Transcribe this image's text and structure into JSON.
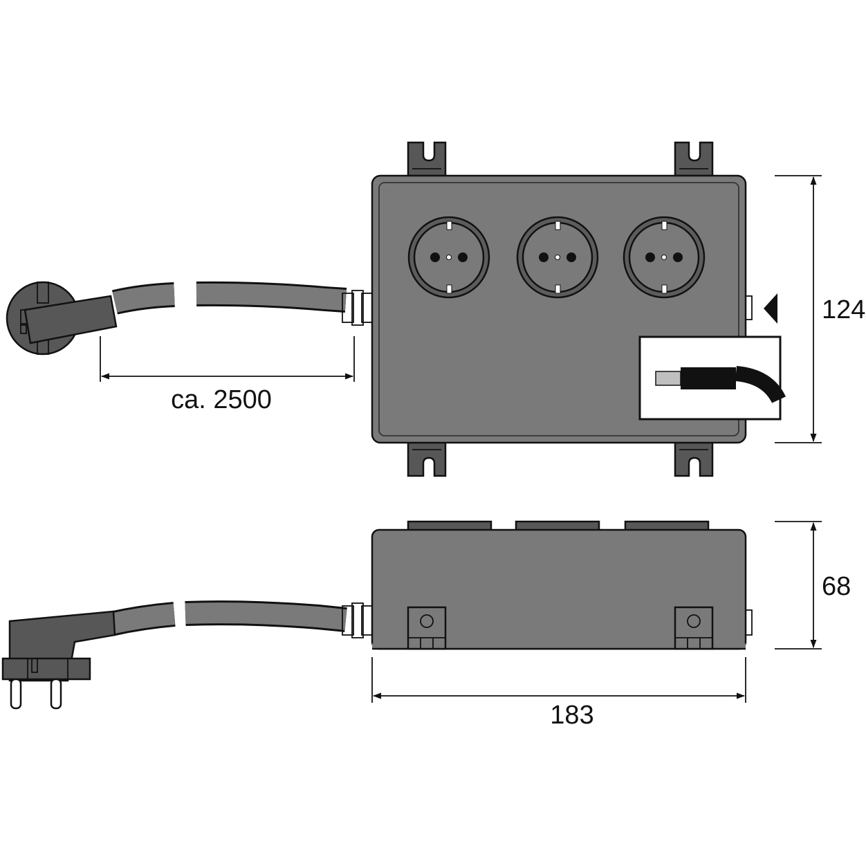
{
  "dimensions": {
    "cable_length": "ca. 2500",
    "height_top_view": "124",
    "height_side_view": "68",
    "width": "183"
  },
  "colors": {
    "housing": "#7a7a7a",
    "housing_dark": "#575757",
    "line": "#111111",
    "cable_black": "#111111",
    "background": "#ffffff"
  },
  "icons": [
    "schuko-socket-icon",
    "schuko-plug-icon",
    "arrow-left-icon",
    "mounting-bracket-icon"
  ]
}
